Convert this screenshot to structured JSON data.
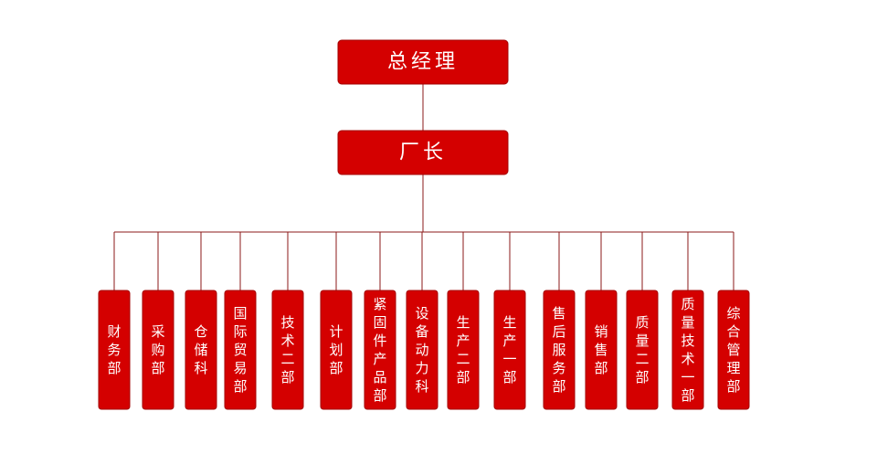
{
  "org": {
    "top": {
      "label": "总经理"
    },
    "second": {
      "label": "厂长"
    },
    "departments": [
      {
        "label": "财务部"
      },
      {
        "label": "采购部"
      },
      {
        "label": "仓储科"
      },
      {
        "label": "国际贸易部"
      },
      {
        "label": "技术二部"
      },
      {
        "label": "计划部"
      },
      {
        "label": "紧固件产品部"
      },
      {
        "label": "设备动力科"
      },
      {
        "label": "生产二部"
      },
      {
        "label": "生产一部"
      },
      {
        "label": "售后服务部"
      },
      {
        "label": "销售部"
      },
      {
        "label": "质量二部"
      },
      {
        "label": "质量技术一部"
      },
      {
        "label": "综合管理部"
      }
    ]
  },
  "colors": {
    "box_fill": "#d40000",
    "box_border": "#a30000",
    "text": "#ffffff",
    "connector": "#8b1a1a",
    "background": "#ffffff"
  }
}
